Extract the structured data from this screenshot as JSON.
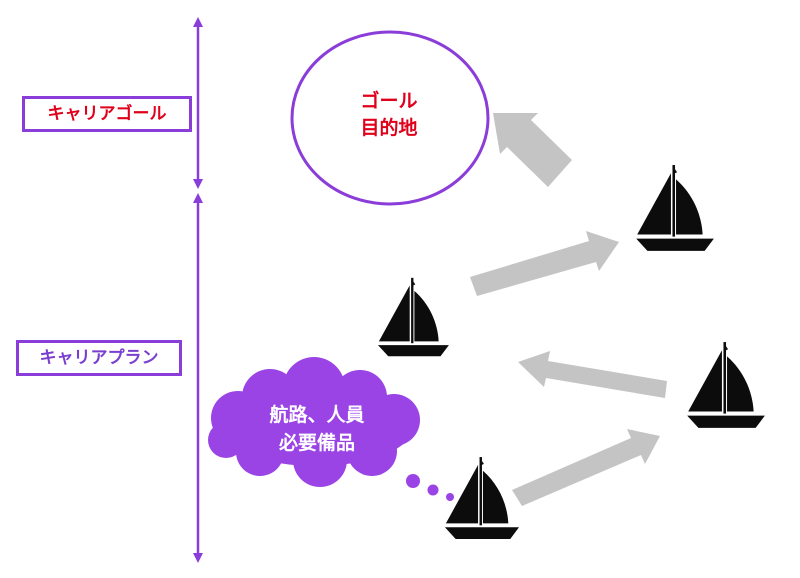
{
  "labels": {
    "career_goal": "キャリアゴール",
    "career_plan": "キャリアプラン"
  },
  "goal_circle": {
    "line1": "ゴール",
    "line2": "目的地"
  },
  "thought_cloud": {
    "line1": "航路、人員",
    "line2": "必要備品"
  },
  "colors": {
    "purple": "#8b3dd9",
    "red": "#e0001b",
    "arrow_gray": "#c4c4c4",
    "boat": "#0c0c0c"
  },
  "icons": [
    "sailboat-icon",
    "arrow-icon"
  ]
}
